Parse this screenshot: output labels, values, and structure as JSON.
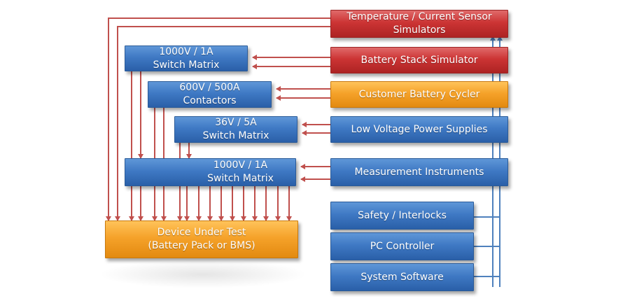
{
  "boxes": {
    "temp_sensor_sim": "Temperature / Current Sensor Simulators",
    "battery_stack_sim": "Battery Stack Simulator",
    "customer_battery_cycler": "Customer Battery Cycler",
    "low_voltage_power_supplies": "Low Voltage Power Supplies",
    "measurement_instruments": "Measurement Instruments",
    "safety_interlocks": "Safety / Interlocks",
    "pc_controller": "PC Controller",
    "system_software": "System Software",
    "switch_matrix_1000v_top": "1000V / 1A\nSwitch Matrix",
    "contactors_600v": "600V / 500A\nContactors",
    "switch_matrix_36v": "36V / 5A\nSwitch Matrix",
    "switch_matrix_1000v_bottom": "1000V / 1A\nSwitch Matrix",
    "device_under_test": "Device Under Test\n(Battery Pack or BMS)"
  },
  "colors": {
    "blue_box": "#3f79c4",
    "red_box": "#cc3434",
    "orange_box": "#f5a22a",
    "red_wire": "#c0504d",
    "blue_wire": "#4f81bd"
  }
}
